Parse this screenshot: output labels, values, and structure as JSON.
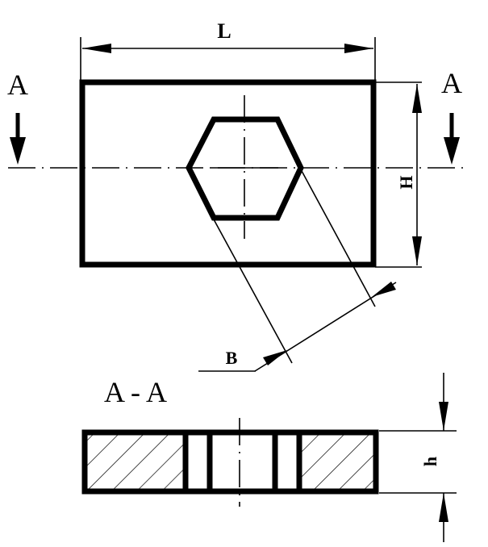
{
  "labels": {
    "length": "L",
    "height": "H",
    "width_across_flats": "B",
    "thickness": "h",
    "section_left": "A",
    "section_right": "A",
    "section_title": "A - A"
  }
}
